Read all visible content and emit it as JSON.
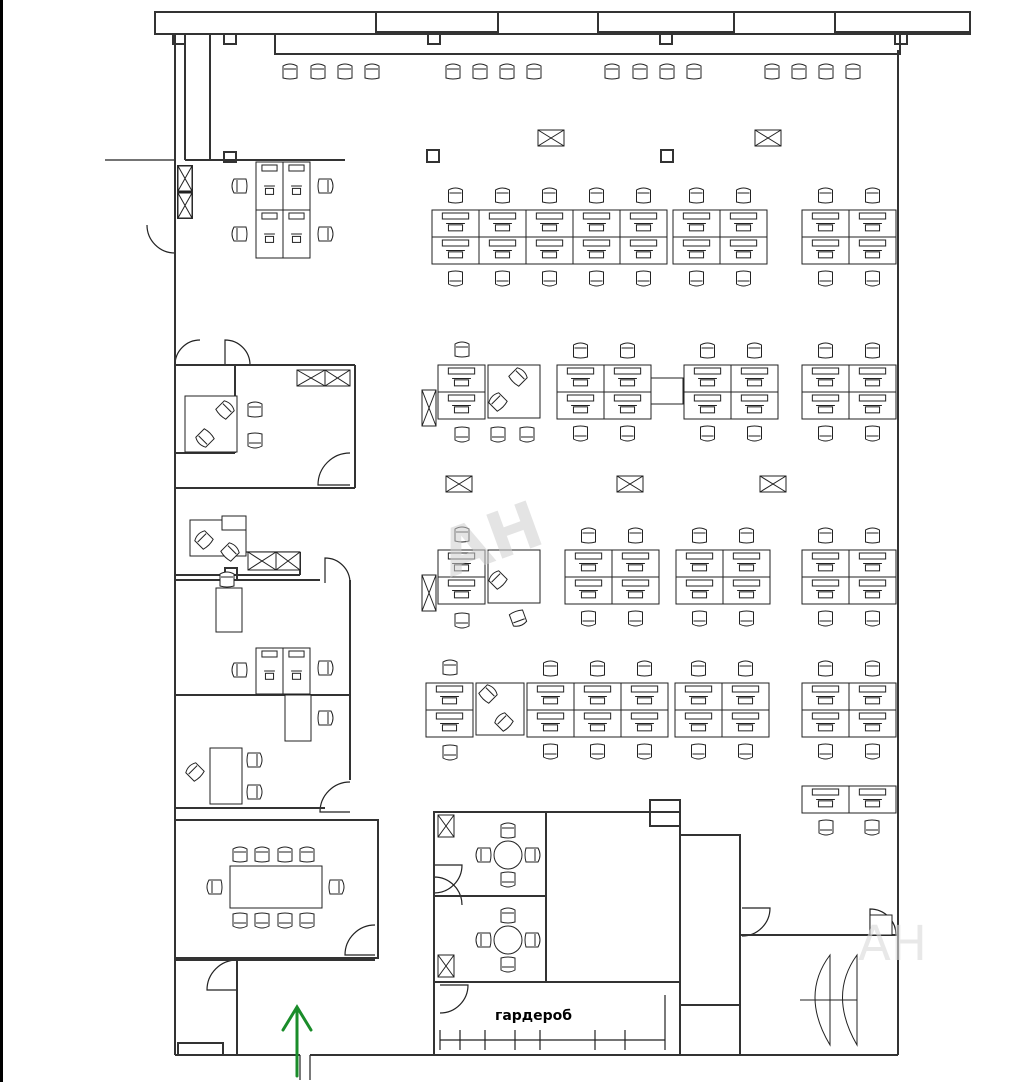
{
  "plan": {
    "room_labels": {
      "cloakroom": "гардероб"
    },
    "watermark_text": "AH",
    "watermark_text_2": "AH",
    "colors": {
      "line": "#000000",
      "wall": "#444444",
      "arrow": "#1a8c2a",
      "watermark": "#cfcfcf"
    },
    "icons": {
      "entrance_arrow": "arrow-up-icon",
      "desk": "desk-icon",
      "chair": "chair-icon",
      "cabinet": "storage-cabinet-icon",
      "window": "window-icon"
    }
  }
}
